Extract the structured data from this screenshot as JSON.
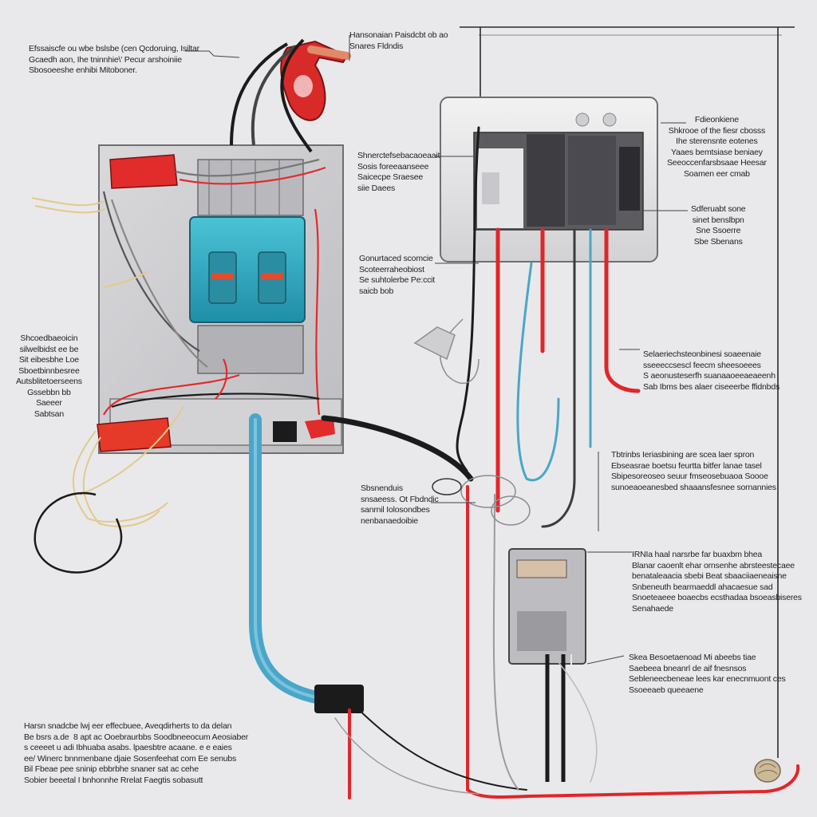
{
  "colors": {
    "background": "#e9e9eb",
    "red_wire": "#e0262a",
    "blue_conduit": "#4aa6c9",
    "black_wire": "#1b1b1b",
    "teal_device": "#2fa7c0",
    "panel_gray": "#cfcfd2",
    "panel_border": "#6f6f73",
    "tan_strands": "#e3c98a"
  },
  "icons": {
    "red_clamp": "red-clamp-icon",
    "breaker_switch": "breaker-switch-icon",
    "meter_module": "meter-module-icon",
    "junction_box": "junction-box-icon",
    "ground_coil": "ground-coil-icon"
  },
  "labels": {
    "top_left": "Efssaiscfe ou wbe bslsbe (cen Qcdoruing, Isiltar\nGcaedh aon, Ihe tninnhie\\' Pecur arshoiniie\nSbosoeeshe enhibi Mitoboner.",
    "top_center": "Hansonaian Paisdcbt ob ao\nSnares Fldndis",
    "panel_right_1": "Shnerctefsebacaoeaait\nSosis foreeaanseee\nSaicecpe Sraesee\nsiie Daees",
    "panel_right_2": "Gonurtaced scomcie\nScoteerraheobiost\nSe suhtolerbe Pe:ccit\nsaicb bob",
    "left_middle": "Shcoedbaeoicin\nsilwelbidst ee be\nSit eibesbhe Loe\nSboetbinnbesree\nAutsblitetoerseens\nGssebbn bb\nSaeeer\nSabtsan",
    "right_top": "Fdieonkiene\nShkrooe of the fiesr cbosss\nIhe sterensnte eotenes\nYaaes bemtsiase beniaey\nSeeoccenfarsbsaae Heesar\nSoamen eer cmab",
    "right_upper": "Sdferuabt sone\nsinet benslbpn\nSne Ssoerre\nSbe Sbenans",
    "right_mid_1": "Selaeriechsteonbinesi soaeenaie\nsseeeccsescl feecm sheesoeees\nS aeonusteserfh suanaaoeeaeaeenh\nSab Ibms bes alaer ciseeerbe ffidnbds",
    "center_lower": "Sbsnenduis\nsnsaeess. Ot Fbdndic\nsanrnil Iolosondbes\nnenbanaedoibie",
    "right_mid_2": "Tbtrinbs Ieriasbining are scea laer spron\nEbseasrae boetsu feurtta bitfer lanae tasel\nSbipesoreoseo seuur fmseosebuaoa Soooe\nsunoeaoeanesbed shaaansfesnee sornannies",
    "right_mid_3": "IRNIa haal narsrbe far buaxbm bhea\nBlanar caoenlt ehar ornsenhe abrsteestecaee\nbenataleaacia sbebi Beat sbaaciiaeneaisne\nSnbeneuth bearmaeddl ahacaesue sad\nSnoeteaeee boaecbs ecsthadaa bsoeasbiseres\nSenahaede",
    "right_lower": "Skea Besoetaenoad Mi abeebs tiae\nSaebeea bneanrl de aif fnesnsos\nSebleneecbeneae lees kar enecnmuont ces\nSsoeeaeb queeaene",
    "bottom_left": "Harsn snadcbe lwj eer effecbuee, Aveqdirherts to da delan\nBe bsrs a.de  8 apt ac Ooebraurbbs Soodbneeocum Aeosiaber\ns ceeeet u adi Ibhuaba asabs. lpaesbtre acaane. e e eaies\nee/ Winerc bnnmenbane djaie Sosenfeehat com Ee senubs\nBil Fbeae pee sninip ebbrbhe snaner sat ac cehe\nSobier beeetal I bnhonnhe Rrelat Faegtis sobasutt"
  }
}
